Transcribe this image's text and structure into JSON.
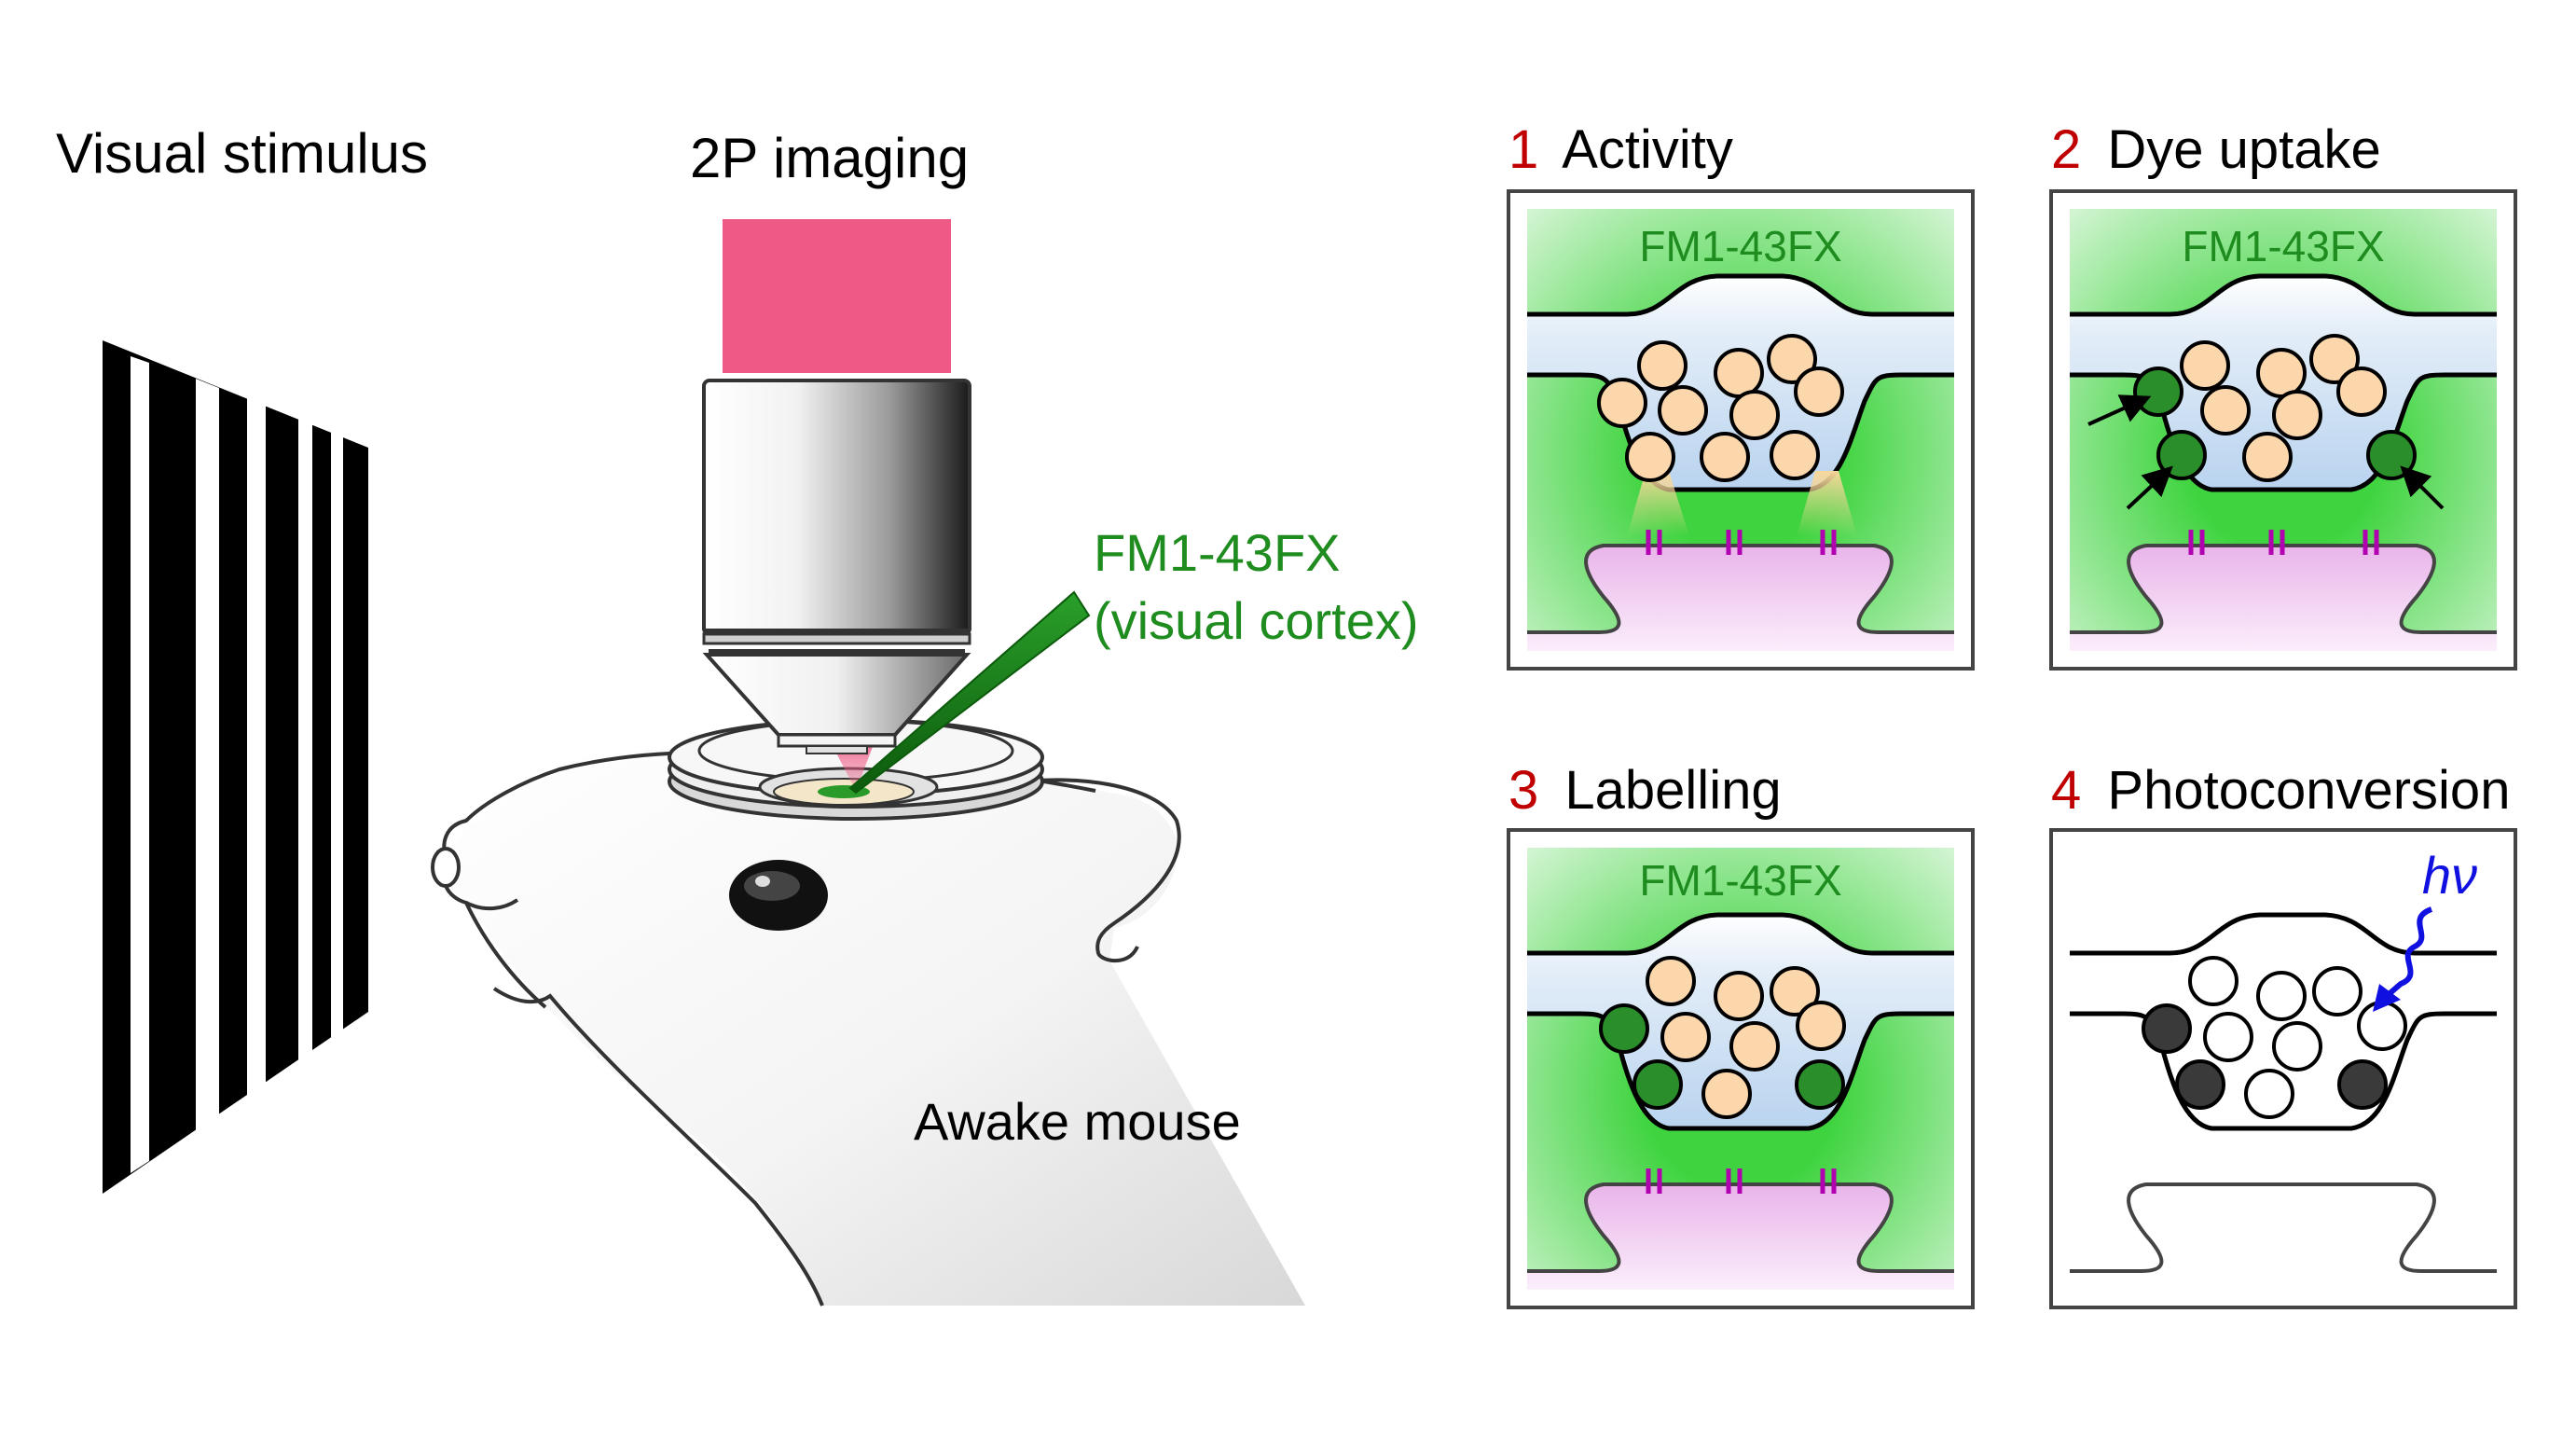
{
  "labels": {
    "visual_stimulus": "Visual stimulus",
    "imaging": "2P imaging",
    "dye_line1": "FM1-43FX",
    "dye_line2": "(visual cortex)",
    "mouse": "Awake mouse"
  },
  "panels": [
    {
      "number": "1",
      "title": "Activity",
      "dye": "FM1-43FX"
    },
    {
      "number": "2",
      "title": "Dye uptake",
      "dye": "FM1-43FX"
    },
    {
      "number": "3",
      "title": "Labelling",
      "dye": "FM1-43FX"
    },
    {
      "number": "4",
      "title": "Photoconversion",
      "light": "hν"
    }
  ],
  "colors": {
    "dye_green": "#1e8c1e",
    "step_number_red": "#c00000",
    "laser_pink": "#ee5a85",
    "vesicle_fill": "#fcd7ac",
    "labelled_vesicle": "#2a8f2a",
    "photoconverted_vesicle": "#3a3a3a",
    "postsynaptic_pink": "#f0c8f0",
    "receptor_magenta": "#b000b0",
    "light_arrow_blue": "#1010e0"
  }
}
